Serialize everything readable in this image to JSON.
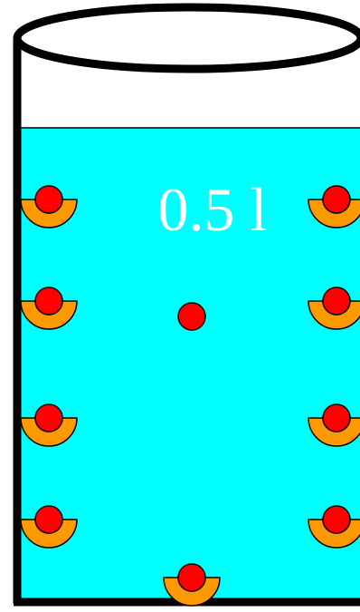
{
  "volume_label": "0.5 l",
  "colors": {
    "liquid": "#00ffff",
    "glass_outline": "#000000",
    "particle": "#ff0000",
    "adsorption_site": "#ff9900",
    "label_text": "#ffffff"
  },
  "icons": {
    "adsorbed_particle": "red-circle-on-orange-half-disc",
    "free_particle": "red-circle"
  },
  "adsorption_sites": {
    "left_wall": 4,
    "right_wall": 4,
    "bottom": 1
  },
  "free_particles": 1
}
